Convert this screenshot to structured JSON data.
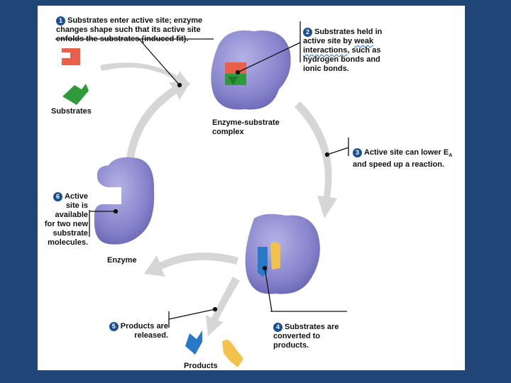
{
  "steps": [
    {
      "num": "1",
      "text": "Substrates enter active site; enzyme\nchanges shape such that its active site\nenfolds the substrates (induced fit)."
    },
    {
      "num": "2",
      "text_a": "Substrates held in\nactive site by ",
      "text_weak": "weak",
      "text_b": "\n",
      "text_inter": "interactions",
      "text_c": ", such as\nhydrogen bonds and\nionic bonds."
    },
    {
      "num": "3",
      "text": "Active site can lower E",
      "sub": "A",
      "text2": "\nand speed up a reaction."
    },
    {
      "num": "4",
      "text": "Substrates are\nconverted to\nproducts."
    },
    {
      "num": "5",
      "text": "Products are\nreleased."
    },
    {
      "num": "6",
      "text": "Active\nsite is\navailable\nfor two new\nsubstrate\nmolecules."
    }
  ],
  "labels": {
    "substrates": "Substrates",
    "complex": "Enzyme-substrate\ncomplex",
    "enzyme": "Enzyme",
    "products": "Products"
  },
  "colors": {
    "background": "#1f4677",
    "enzyme": "#8a86cf",
    "substrate_red": "#e8604a",
    "substrate_green": "#2f9a3a",
    "product_blue": "#2a78c8",
    "product_yellow": "#f2c24a",
    "cycle_arrow": "#d4d4d4",
    "badge": "#1b4f91"
  }
}
